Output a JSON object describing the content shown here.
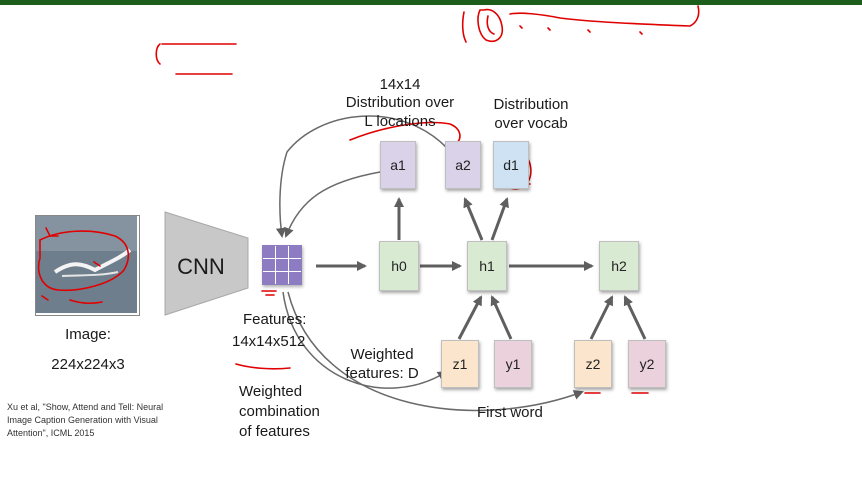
{
  "labels": {
    "size_14x14": "14x14",
    "dist_locations_line1": "Distribution over",
    "dist_locations_line2": "L locations",
    "dist_vocab_line1": "Distribution",
    "dist_vocab_line2": "over vocab",
    "cnn": "CNN",
    "features_line1": "Features:",
    "features_line2": "14x14x512",
    "weighted_features_line1": "Weighted",
    "weighted_features_line2": "features: D",
    "weighted_comb_line1": "Weighted",
    "weighted_comb_line2": "combination",
    "weighted_comb_line3": "of features",
    "first_word": "First word",
    "image_line1": "Image:",
    "image_line2": "224x224x3"
  },
  "nodes": {
    "a1": "a1",
    "a2": "a2",
    "d1": "d1",
    "h0": "h0",
    "h1": "h1",
    "h2": "h2",
    "z1": "z1",
    "y1": "y1",
    "z2": "z2",
    "y2": "y2"
  },
  "citation": {
    "line1": "Xu et al, \"Show, Attend and Tell: Neural",
    "line2": "Image Caption Generation with Visual",
    "line3": "Attention\", ICML 2015"
  },
  "colors": {
    "purple": "#d9d2e9",
    "blue": "#cfe2f3",
    "green": "#d9ead3",
    "orange": "#fce5cd",
    "pink": "#ead1dc",
    "annotation": "#e00000",
    "arrow": "#5f5f5f",
    "cnn": "#c8c8c8",
    "topbar": "#1d5e1d"
  }
}
